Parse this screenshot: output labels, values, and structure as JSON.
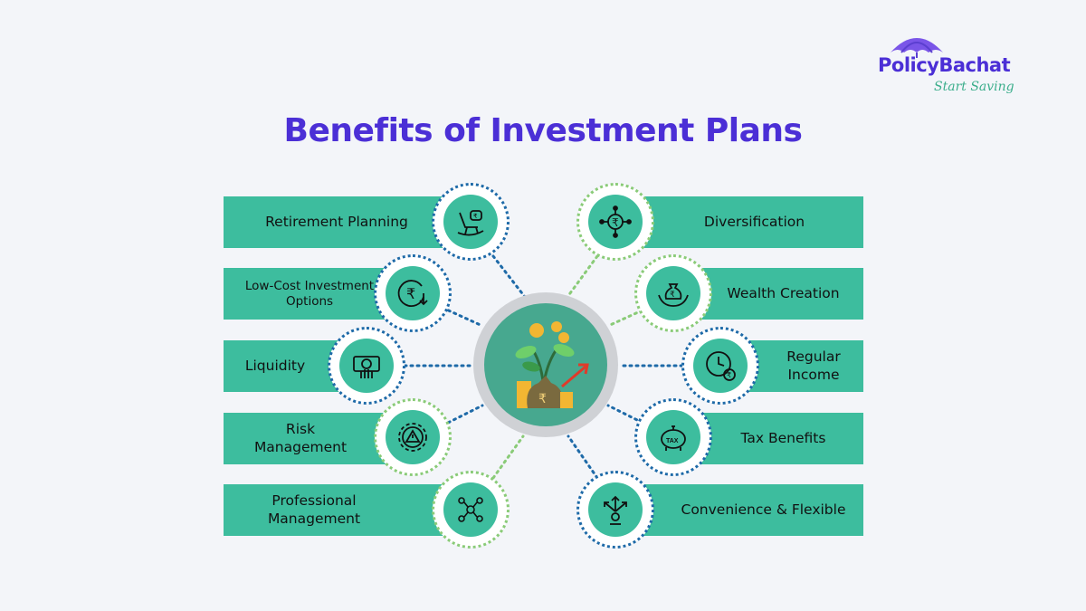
{
  "brand": {
    "name": "PolicyBachat",
    "tagline": "Start Saving",
    "colors": {
      "primary": "#4b2fd6",
      "accent": "#3dbd9e",
      "tagline": "#3cae8c"
    }
  },
  "title": "Benefits of Investment Plans",
  "left_benefits": [
    {
      "label": "Retirement Planning",
      "icon": "rocking-chair-icon"
    },
    {
      "label": "Low-Cost Investment Options",
      "icon": "rupee-down-icon"
    },
    {
      "label": "Liquidity",
      "icon": "cash-hand-icon"
    },
    {
      "label": "Risk Management",
      "icon": "gear-warning-icon"
    },
    {
      "label": "Professional Management",
      "icon": "team-network-icon"
    }
  ],
  "right_benefits": [
    {
      "label": "Diversification",
      "icon": "rupee-network-icon"
    },
    {
      "label": "Wealth Creation",
      "icon": "money-bag-hands-icon"
    },
    {
      "label": "Regular Income",
      "icon": "clock-coins-icon"
    },
    {
      "label": "Tax Benefits",
      "icon": "piggy-bank-tax-icon"
    },
    {
      "label": "Convenience & Flexible",
      "icon": "arrows-options-icon"
    }
  ],
  "hub": {
    "icon": "money-plant-icon"
  }
}
